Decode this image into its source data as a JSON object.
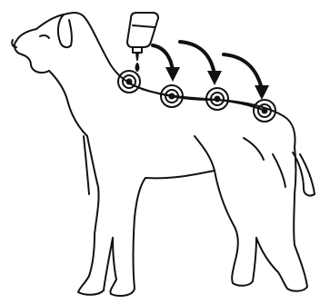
{
  "figure": {
    "subject": "dog",
    "applicator": "dropper-bottle",
    "application_spot_count": 4,
    "arrow_count": 3,
    "colors": {
      "line": "#111111",
      "background": "#ffffff",
      "bottle_fill": "#ffffff"
    }
  }
}
